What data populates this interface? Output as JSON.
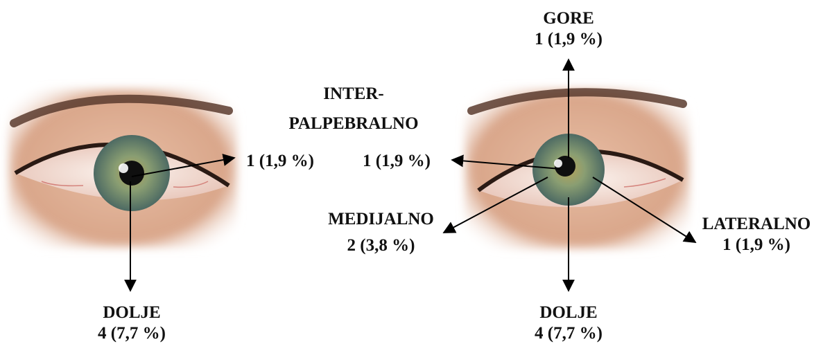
{
  "left_eye": {
    "interpalpebral": {
      "value": "1 (1,9 %)"
    },
    "down": {
      "label": "DOLJE",
      "value": "4 (7,7 %)"
    }
  },
  "center_label": {
    "line1": "INTER-",
    "line2": "PALPEBRALNO"
  },
  "right_eye": {
    "interpalpebral": {
      "value": "1 (1,9 %)"
    },
    "up": {
      "label": "GORE",
      "value": "1 (1,9 %)"
    },
    "medial": {
      "label": "MEDIJALNO",
      "value": "2 (3,8 %)"
    },
    "lateral": {
      "label": "LATERALNO",
      "value": "1 (1,9 %)"
    },
    "down": {
      "label": "DOLJE",
      "value": "4 (7,7 %)"
    }
  },
  "colors": {
    "iris": "#6f8a6a",
    "iris_inner": "#9aa86a",
    "sclera": "#f1e3dc",
    "skin": "#d9a68a",
    "arrow": "#000000"
  }
}
